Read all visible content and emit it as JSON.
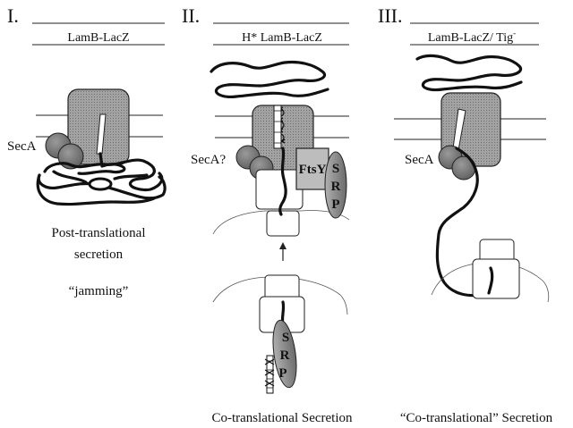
{
  "panels": [
    {
      "numeral": "I.",
      "title": "LamB-LacZ",
      "labels": [
        "SecA"
      ],
      "caption_lines": [
        "Post-translational",
        "secretion",
        "“jamming”"
      ]
    },
    {
      "numeral": "II.",
      "title": "H* LamB-LacZ",
      "labels": [
        "SecA?",
        "FtsY",
        "S",
        "R",
        "P",
        "S",
        "R",
        "P"
      ],
      "caption": "Co-translational Secretion"
    },
    {
      "numeral": "III.",
      "title": "LamB-LacZ/ Tig",
      "title_superscript": "-",
      "labels": [
        "SecA"
      ],
      "caption": "“Co-translational” Secretion"
    }
  ],
  "colors": {
    "secy_fill": "#9a9a9a",
    "seca_fill": "#7e7e7e",
    "srp_fill": "#8c8c8c",
    "ftsy_fill": "#bdbdbd",
    "line": "#111111"
  }
}
